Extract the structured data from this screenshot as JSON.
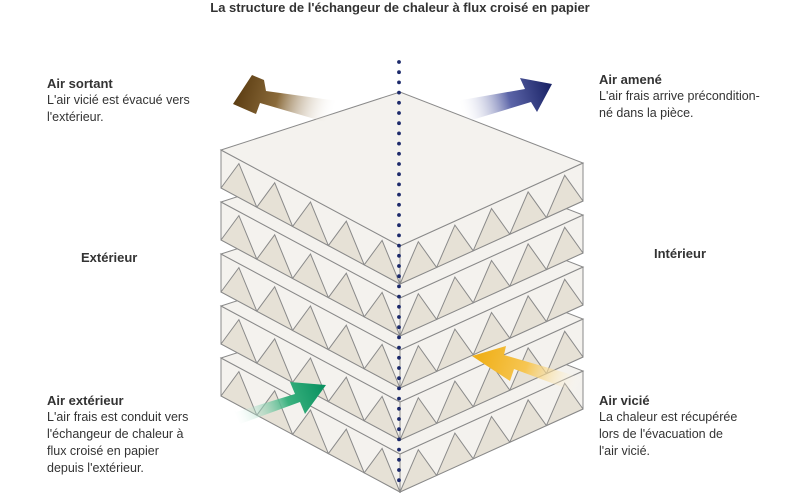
{
  "title": "La structure de l'échangeur de chaleur à flux croisé en papier",
  "labels": {
    "exterior": "Extérieur",
    "interior": "Intérieur"
  },
  "blocks": {
    "air_sortant": {
      "head": "Air sortant",
      "body": "L'air vicié est évacué vers\nl'extérieur."
    },
    "air_amene": {
      "head": "Air amené",
      "body": "L'air frais arrive précondition-\nné dans la pièce."
    },
    "air_exterieur": {
      "head": "Air extérieur",
      "body": "L'air frais est conduit vers\nl'échangeur de chaleur à\nflux croisé en papier\ndepuis l'extérieur."
    },
    "air_vicie": {
      "head": "Air vicié",
      "body": "La chaleur est récupérée\nlors de l'évacuation de\nl'air vicié."
    }
  },
  "colors": {
    "brown_arrow": "#6b4a1e",
    "navy_arrow": "#1e2a6e",
    "green_arrow": "#0f9a63",
    "yellow_arrow": "#f2b521",
    "dotted_line": "#1d2a6b",
    "sheet_fill": "#f4f2ee",
    "sheet_stroke": "#8a8a8a"
  }
}
